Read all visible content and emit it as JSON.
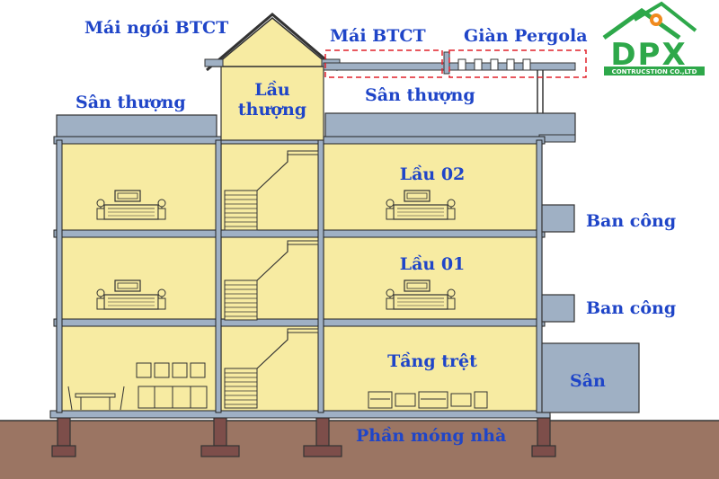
{
  "labels": {
    "mai_ngoi": "Mái ngói BTCT",
    "mai_btct": "Mái BTCT",
    "gian_pergola": "Giàn Pergola",
    "san_thuong_left": "Sân thượng",
    "san_thuong_right": "Sân thượng",
    "lau_thuong_1": "Lầu",
    "lau_thuong_2": "thượng",
    "lau_02": "Lầu 02",
    "lau_01": "Lầu 01",
    "tang_tret": "Tầng trệt",
    "ban_cong_1": "Ban công",
    "ban_cong_2": "Ban công",
    "san": "Sân",
    "phan_mong": "Phần móng nhà"
  },
  "logo": {
    "brand": "DPX",
    "tagline": "CONTRUCSTION CO.,LTD"
  },
  "colors": {
    "label_blue": "#1f45c8",
    "wall_fill": "#f7eba2",
    "slab_blue": "#9fb0c4",
    "ground_brown": "#9b7563",
    "logo_green": "#2ea84a",
    "logo_orange": "#f08a1e",
    "dashed_red": "#e0202a"
  }
}
